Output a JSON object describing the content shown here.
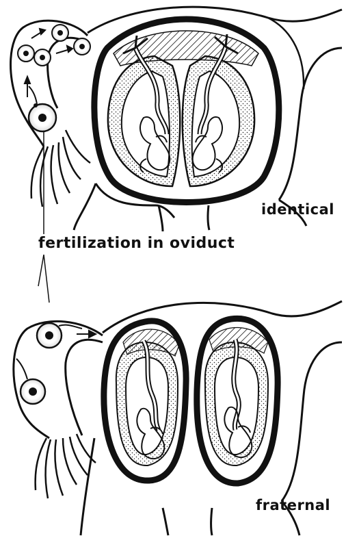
{
  "labels": {
    "identical": "identical",
    "fertilization": "fertilization in oviduct",
    "fraternal": "fraternal"
  },
  "colors": {
    "ink": "#111111",
    "paper": "#ffffff"
  }
}
